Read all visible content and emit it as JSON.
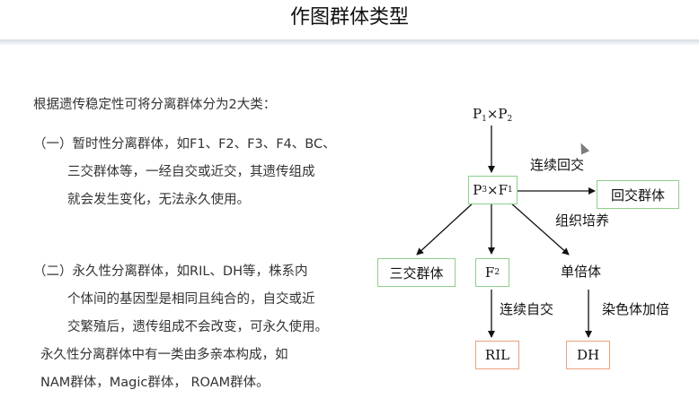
{
  "title": "作图群体类型",
  "intro": "根据遗传稳定性可将分离群体分为2大类：",
  "temporary": {
    "marker": "（一）",
    "lines": [
      "暂时性分离群体，如F1、F2、F3、F4、BC、",
      "三交群体等，一经自交或近交，其遗传组成",
      "就会发生变化，无法永久使用。"
    ]
  },
  "permanent": {
    "marker": "（二）",
    "lines": [
      "永久性分离群体，如RIL、DH等，株系内",
      "个体间的基因型是相同且纯合的，自交或近",
      "交繁殖后，遗传组成不会改变，可永久使用。",
      "永久性分离群体中有一类由多亲本构成，如",
      "NAM群体，Magic群体， ROAM群体。"
    ]
  },
  "diagram": {
    "parents_top": {
      "a": "P",
      "a_sub": "1",
      "sep": "×",
      "b": "P",
      "b_sub": "2"
    },
    "parents_mid": {
      "a": "P",
      "a_sub": "3",
      "sep": "×",
      "b": "F",
      "b_sub": "1"
    },
    "edge_continuous_backcross": "连续回交",
    "backcross_population": "回交群体",
    "edge_tissue_culture": "组织培养",
    "three_way_cross": "三交群体",
    "f2": {
      "text": "F",
      "sub": "2"
    },
    "haploid": "单倍体",
    "edge_continuous_selfing": "连续自交",
    "edge_chromosome_doubling": "染色体加倍",
    "ril": "RIL",
    "dh": "DH"
  }
}
